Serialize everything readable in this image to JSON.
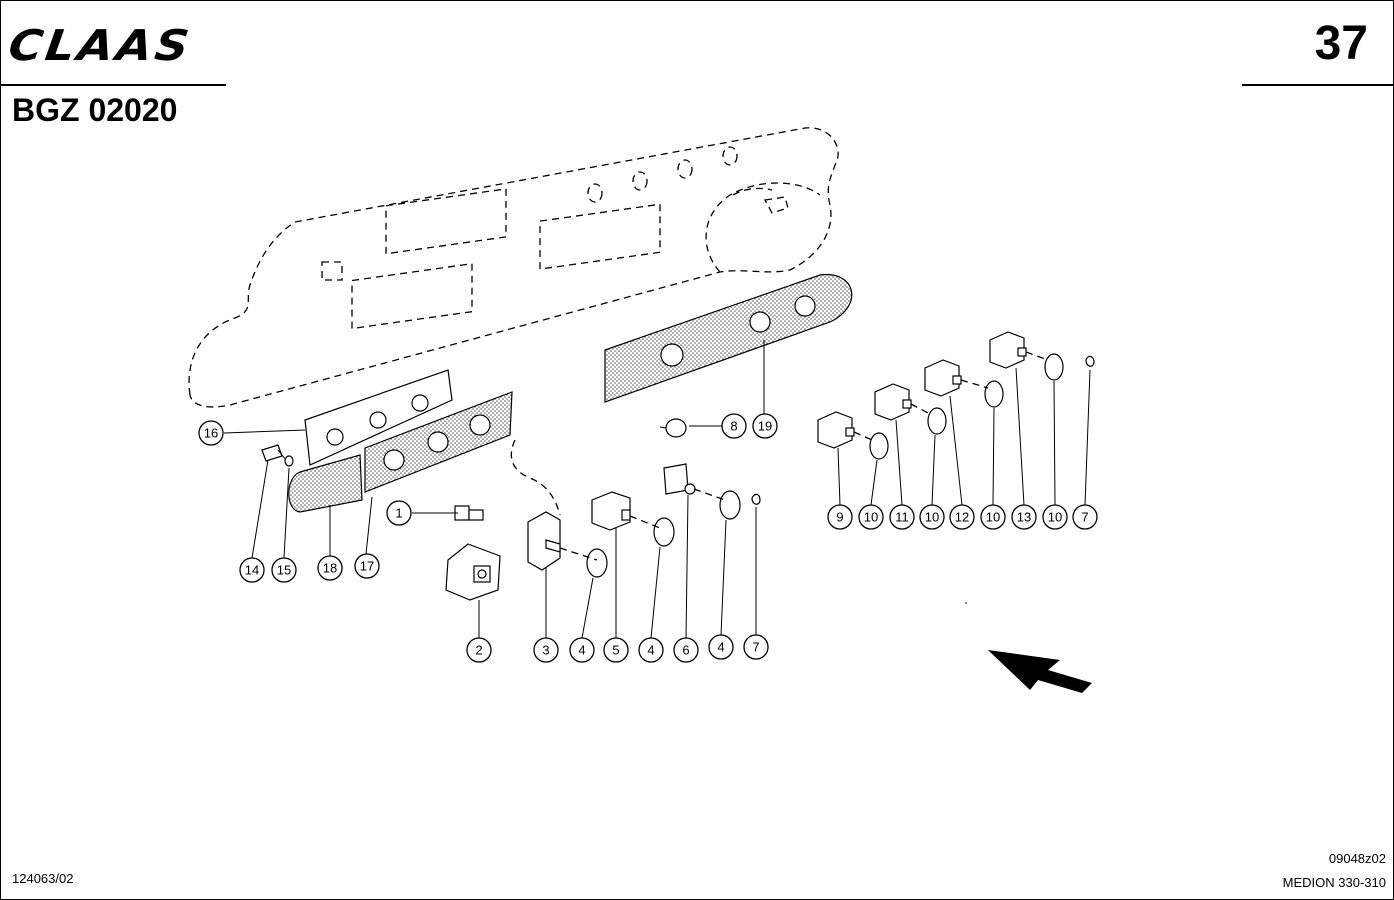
{
  "header": {
    "brand": "CLAAS",
    "page_number": "37",
    "group_code": "BGZ 02020"
  },
  "footer": {
    "left_code": "124063/02",
    "drawing_code": "09048z02",
    "model": "MEDION 330-310"
  },
  "callouts": [
    "16",
    "8",
    "19",
    "1",
    "14",
    "15",
    "18",
    "17",
    "2",
    "3",
    "4",
    "5",
    "4",
    "6",
    "4",
    "7",
    "9",
    "10",
    "11",
    "10",
    "12",
    "10",
    "13",
    "10",
    "7"
  ]
}
